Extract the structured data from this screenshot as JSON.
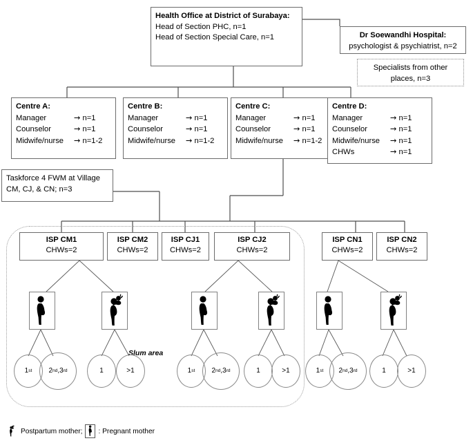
{
  "diagram": {
    "title_box": {
      "title": "Health Office at District of Surabaya:",
      "line1": "Head of Section PHC, n=1",
      "line2": "Head of Section Special Care, n=1"
    },
    "hospital_box": {
      "title": "Dr Soewandhi Hospital:",
      "line1": "psychologist & psychiatrist, n=2"
    },
    "specialists_box": {
      "line1": "Specialists from other",
      "line2": "places, n=3"
    },
    "centres": [
      {
        "title": "Centre A:",
        "rows": [
          {
            "role": "Manager",
            "arrow": "→",
            "value": "n=1"
          },
          {
            "role": "Counselor",
            "arrow": "→",
            "value": "n=1"
          },
          {
            "role": "Midwife/nurse",
            "arrow": "→",
            "value": "n=1-2"
          }
        ]
      },
      {
        "title": "Centre B:",
        "rows": [
          {
            "role": "Manager",
            "arrow": "→",
            "value": "n=1"
          },
          {
            "role": "Counselor",
            "arrow": "→",
            "value": "n=1"
          },
          {
            "role": "Midwife/nurse",
            "arrow": "→",
            "value": "n=1-2"
          }
        ]
      },
      {
        "title": "Centre C:",
        "rows": [
          {
            "role": "Manager",
            "arrow": "→",
            "value": "n=1"
          },
          {
            "role": "Counselor",
            "arrow": "→",
            "value": "n=1"
          },
          {
            "role": "Midwife/nurse",
            "arrow": "→",
            "value": "n=1-2"
          }
        ]
      },
      {
        "title": "Centre D:",
        "rows": [
          {
            "role": "Manager",
            "arrow": "→",
            "value": "n=1"
          },
          {
            "role": "Counselor",
            "arrow": "→",
            "value": "n=1"
          },
          {
            "role": "Midwife/nurse",
            "arrow": "→",
            "value": "n=1"
          },
          {
            "role": "CHWs",
            "arrow": "→",
            "value": "n=1"
          }
        ]
      }
    ],
    "taskforce_box": {
      "line1": "Taskforce 4 FWM at Village",
      "line2": "CM, CJ, & CN; n=3"
    },
    "isp_boxes": [
      {
        "title": "ISP CM1",
        "sub": "CHWs=2"
      },
      {
        "title": "ISP CM2",
        "sub": "CHWs=2"
      },
      {
        "title": "ISP CJ1",
        "sub": "CHWs=2"
      },
      {
        "title": "ISP CJ2",
        "sub": "CHWs=2"
      },
      {
        "title": "ISP CN1",
        "sub": "CHWs=2"
      },
      {
        "title": "ISP CN2",
        "sub": "CHWs=2"
      }
    ],
    "mother_icons": [
      {
        "type": "pregnant-mother"
      },
      {
        "type": "postpartum-mother"
      },
      {
        "type": "pregnant-mother"
      },
      {
        "type": "postpartum-mother"
      },
      {
        "type": "pregnant-mother"
      },
      {
        "type": "postpartum-mother"
      }
    ],
    "parity_circles": [
      {
        "main": "1",
        "sup": "st"
      },
      {
        "main": "2",
        "sup": "nd",
        "main2": ",3",
        "sup2": "rd"
      },
      {
        "main": "1",
        "sup": ""
      },
      {
        "main": ">1",
        "sup": ""
      },
      {
        "main": "1",
        "sup": "st"
      },
      {
        "main": "2",
        "sup": "nd",
        "main2": ",3",
        "sup2": "rd"
      },
      {
        "main": "1",
        "sup": ""
      },
      {
        "main": ">1",
        "sup": ""
      },
      {
        "main": "1",
        "sup": "st"
      },
      {
        "main": "2",
        "sup": "nd",
        "main2": ",3",
        "sup2": "rd"
      },
      {
        "main": "1",
        "sup": ""
      },
      {
        "main": ">1",
        "sup": ""
      }
    ],
    "slum_area_label": "Slum area",
    "legend": {
      "postpartum_text": "Postpartum mother;",
      "pregnant_text": ": Pregnant mother"
    },
    "colors": {
      "box_border": "#6b6b6b",
      "line": "#4d4d4d",
      "dotted": "#9a9a9a",
      "text": "#000000"
    }
  }
}
